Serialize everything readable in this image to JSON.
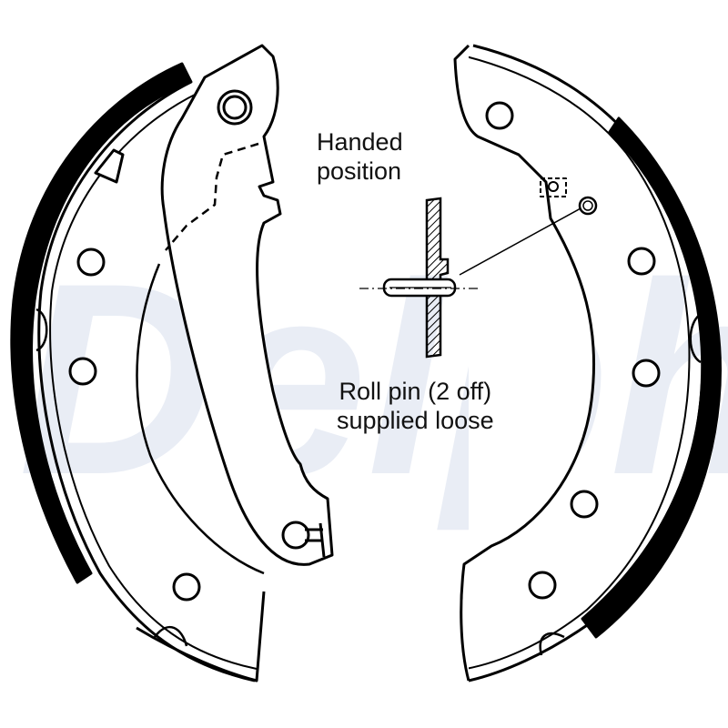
{
  "watermark": {
    "text": "Delphi",
    "color": "#e9edf5"
  },
  "annotations": {
    "handed_line1": "Handed",
    "handed_line2": "position",
    "rollpin_line1": "Roll pin (2 off)",
    "rollpin_line2": "supplied loose"
  },
  "colors": {
    "ink": "#000000",
    "background": "#ffffff"
  },
  "parts": [
    {
      "name": "left-brake-shoe",
      "description": "Left shoe with black friction lining, handbrake lever, 4 holes"
    },
    {
      "name": "right-brake-shoe",
      "description": "Right shoe with black friction lining, 5 holes, roll pin hole"
    },
    {
      "name": "roll-pin-detail",
      "description": "Sectional detail of roll pin through shoe web"
    }
  ]
}
